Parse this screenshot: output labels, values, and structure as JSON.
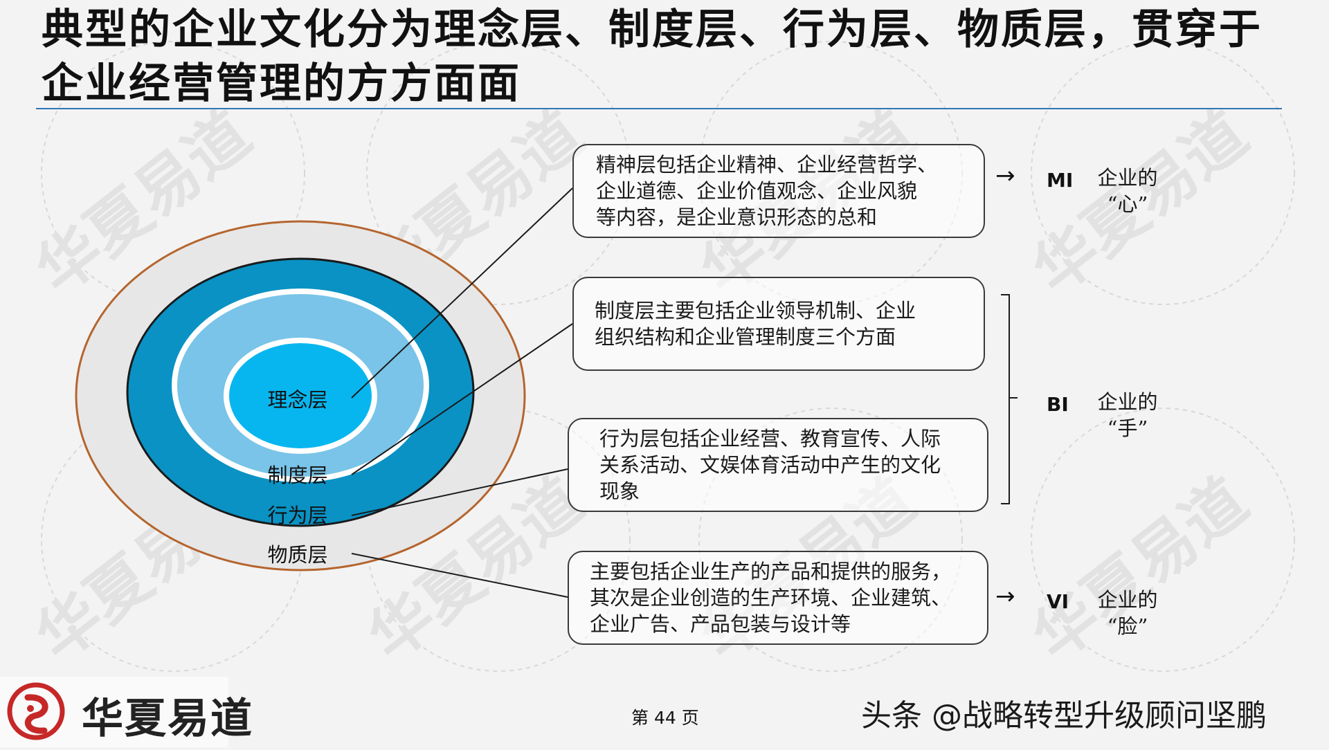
{
  "title": "典型的企业文化分为理念层、制度层、行为层、物质层，贯穿于企业经营管理的方方面面",
  "watermark": "华夏易道",
  "colors": {
    "outer_ring": "#b5652e",
    "material_fill": "#e7e7e7",
    "behavior_fill": "#0a92c4",
    "system_fill": "#79c4e8",
    "concept_fill": "#08b6ef",
    "rule": "#2e75b6"
  },
  "layers": [
    {
      "id": "concept",
      "label": "理念层"
    },
    {
      "id": "system",
      "label": "制度层"
    },
    {
      "id": "behavior",
      "label": "行为层"
    },
    {
      "id": "material",
      "label": "物质层"
    }
  ],
  "boxes": [
    {
      "id": "mi",
      "lines": [
        "精神层包括企业精神、企业经营哲学、",
        "企业道德、企业价值观念、企业风貌",
        "等内容，是企业意识形态的总和"
      ]
    },
    {
      "id": "system",
      "lines": [
        "制度层主要包括企业领导机制、企业",
        "组织结构和企业管理制度三个方面"
      ]
    },
    {
      "id": "behavior",
      "lines": [
        "行为层包括企业经营、教育宣传、人际",
        "关系活动、文娱体育活动中产生的文化",
        "现象"
      ]
    },
    {
      "id": "vi",
      "lines": [
        "主要包括企业生产的产品和提供的服务，",
        "其次是企业创造的生产环境、企业建筑、",
        "企业广告、产品包装与设计等"
      ]
    }
  ],
  "identities": [
    {
      "code": "MI",
      "arrow": "→",
      "meaning": [
        "企业的",
        "“心”"
      ]
    },
    {
      "code": "BI",
      "arrow": "",
      "meaning": [
        "企业的",
        "“手”"
      ]
    },
    {
      "code": "VI",
      "arrow": "→",
      "meaning": [
        "企业的",
        "“脸”"
      ]
    }
  ],
  "footer": {
    "logo_text": "华夏易道",
    "page": "第 44 页",
    "source": "头条 @战略转型升级顾问坚鹏"
  }
}
